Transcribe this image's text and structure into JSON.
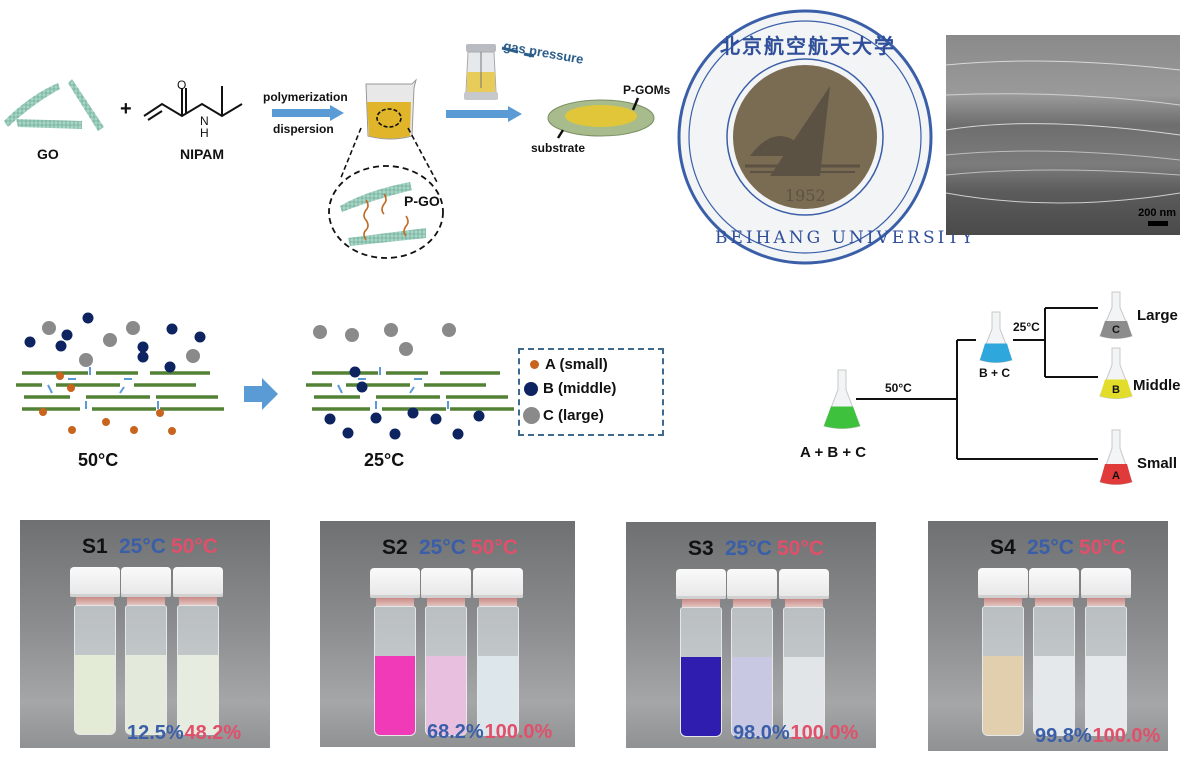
{
  "figure": {
    "top_row": {
      "reactants": {
        "go_label": "GO",
        "plus": "+",
        "nipam_label": "NIPAM",
        "nipam_o": "O",
        "nipam_n": "N",
        "nipam_h": "H"
      },
      "step1": {
        "above": "polymerization",
        "below": "dispersion"
      },
      "zoom_label": "P-GO",
      "step2": {
        "gas_label": "gas pressure",
        "membrane_label": "P-GOMs",
        "substrate_label": "substrate"
      },
      "photo": {
        "top_text": "北京航空航天大学",
        "bottom_text": "BEIHANG UNIVERSITY",
        "year": "1952"
      },
      "sem": {
        "scale_bar": "200 nm"
      }
    },
    "middle_row": {
      "left_temp": "50°C",
      "right_temp": "25°C",
      "legend": [
        {
          "label": "A (small)",
          "color": "#c8641e"
        },
        {
          "label": "B (middle)",
          "color": "#0d2460"
        },
        {
          "label": "C (large)",
          "color": "#8a8a8a"
        }
      ],
      "tree": {
        "start_label": "A + B + C",
        "first_temp": "50°C",
        "intermediate_label": "B + C",
        "second_temp": "25°C",
        "outputs": [
          {
            "flask_letter": "C",
            "label": "Large",
            "color": "#8c8c8c"
          },
          {
            "flask_letter": "B",
            "label": "Middle",
            "color": "#e2dc2a"
          },
          {
            "flask_letter": "A",
            "label": "Small",
            "color": "#e03a3a"
          }
        ],
        "start_color": "#3ec23e",
        "intermediate_color": "#2ea7dc"
      }
    },
    "bottom_row": {
      "temp_25": "25°C",
      "temp_50": "50°C",
      "samples": [
        {
          "name": "S1",
          "rejection_25": "12.5%",
          "rejection_50": "48.2%",
          "feed_color": "#e3ead6",
          "c25": "#e4eadb",
          "c50": "#e6ecdf"
        },
        {
          "name": "S2",
          "rejection_25": "68.2%",
          "rejection_50": "100.0%",
          "feed_color": "#f03ab8",
          "c25": "#e9bfe0",
          "c50": "#dde6ea"
        },
        {
          "name": "S3",
          "rejection_25": "98.0%",
          "rejection_50": "100.0%",
          "feed_color": "#2f1db0",
          "c25": "#c9c8e2",
          "c50": "#e1e5e8"
        },
        {
          "name": "S4",
          "rejection_25": "99.8%",
          "rejection_50": "100.0%",
          "feed_color": "#e2cfae",
          "c25": "#e4e8ea",
          "c50": "#e5e9ec"
        }
      ]
    }
  }
}
